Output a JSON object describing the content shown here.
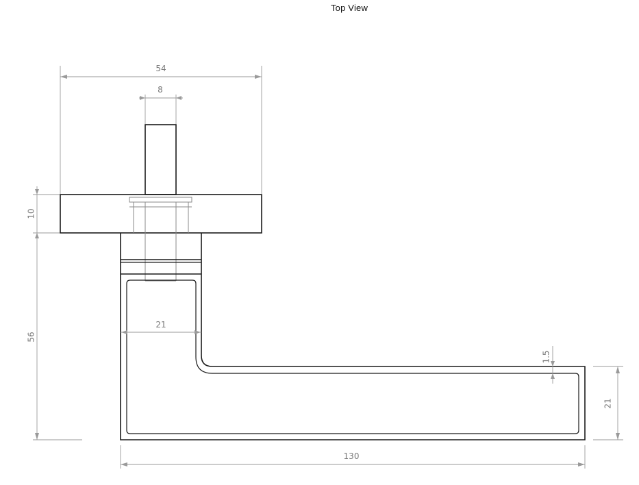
{
  "title": "Top View",
  "dimensions": {
    "rosette_width": "54",
    "spindle_width": "8",
    "rosette_thickness": "10",
    "handle_height": "56",
    "neck_width": "21",
    "wall_thickness": "1.5",
    "lever_thickness": "21",
    "lever_length": "130"
  }
}
